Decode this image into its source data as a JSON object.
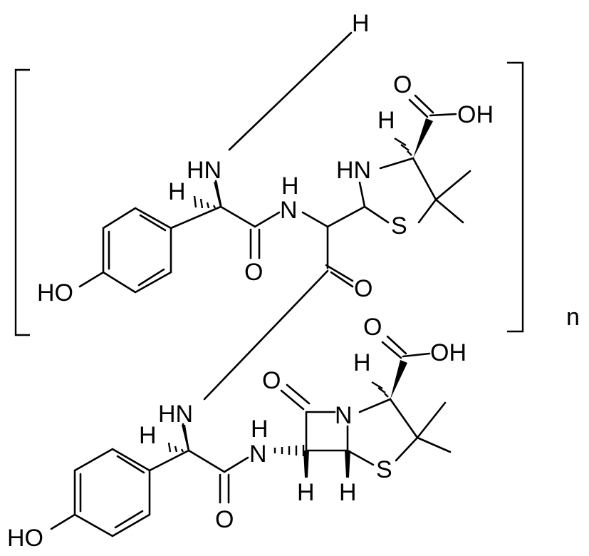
{
  "molecule": {
    "atom_labels": {
      "h_top": "H",
      "hn_upper": "HN",
      "h_upper_alpha": "H",
      "ho_upper": "HO",
      "o_amide_upper": "O",
      "nh_upper_N": "N",
      "nh_upper_H": "H",
      "o_ketone": "O",
      "hn_thiazolidine": "HN",
      "s_thiazolidine": "S",
      "h_thiazolidine": "H",
      "o_cooh_upper": "O",
      "oh_cooh_upper": "OH",
      "hn_lower": "HN",
      "h_lower_alpha": "H",
      "ho_lower": "HO",
      "o_amide_lower": "O",
      "nh_lower_H": "H",
      "nh_lower_N": "N",
      "o_lactam": "O",
      "n_lactam": "N",
      "h_bl1": "H",
      "h_bl2": "H",
      "s_penam": "S",
      "h_penam": "H",
      "o_cooh_lower": "O",
      "oh_cooh_lower": "OH"
    },
    "repeat_index": "n"
  }
}
